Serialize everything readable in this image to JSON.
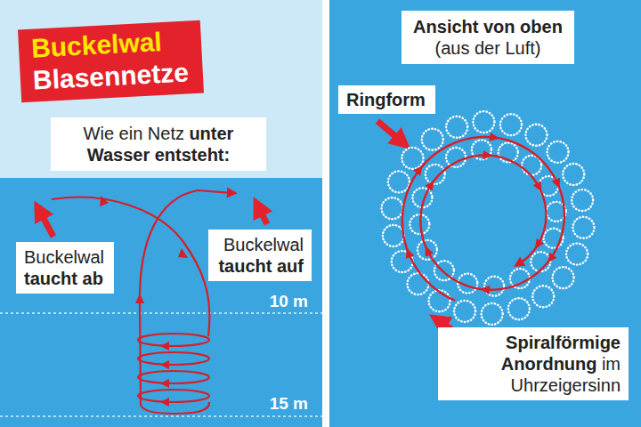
{
  "diagram": {
    "nodes": [
      {
        "text": [
          "Buckelwal",
          "Blasennetze"
        ]
      },
      {
        "text": [
          "Wie ein Netz",
          "unter Wasser entsteht:"
        ]
      },
      {
        "text": [
          "Buckelwal",
          "taucht ab"
        ]
      },
      {
        "text": [
          "Buckelwal",
          "taucht auf"
        ]
      },
      {
        "text": [
          "Ansicht von oben",
          "(aus der Luft)"
        ]
      },
      {
        "text": [
          "Ringform"
        ]
      },
      {
        "text": [
          "Spiralförmige Anordnung",
          "im Uhrzeigersinn"
        ]
      }
    ],
    "labels": [
      "10 m",
      "15 m"
    ]
  }
}
